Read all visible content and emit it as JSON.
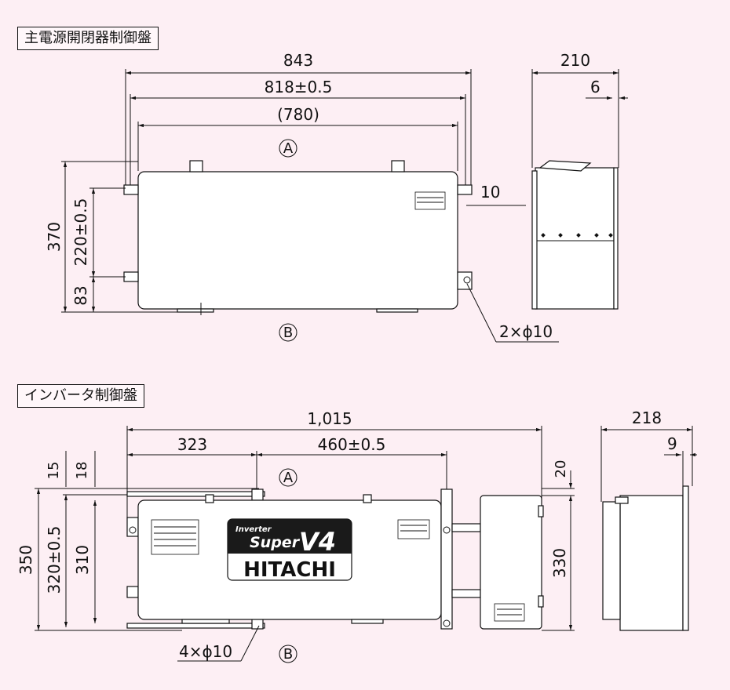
{
  "sections": {
    "main_panel_title": "主電源開閉器制御盤",
    "inverter_panel_title": "インバータ制御盤"
  },
  "top_view": {
    "dim_total_width": "843",
    "dim_mount_pitch": "818±0.5",
    "dim_body_width": "(780)",
    "view_a": "A",
    "view_b": "B",
    "dim_height": "370",
    "dim_mount_height": "220±0.5",
    "dim_bottom": "83",
    "dim_side_gap": "10",
    "hole_note": "2×ϕ10",
    "side_depth": "210",
    "side_flange": "6"
  },
  "bottom_view": {
    "dim_total_width": "1,015",
    "dim_left": "323",
    "dim_pitch": "460±0.5",
    "view_a": "A",
    "view_b": "B",
    "dim_15": "15",
    "dim_18": "18",
    "dim_height": "350",
    "dim_mount_height": "320±0.5",
    "dim_body_height": "310",
    "dim_20": "20",
    "dim_330": "330",
    "hole_note": "4×ϕ10",
    "side_depth": "218",
    "side_flange": "9",
    "logo_inverter": "Inverter",
    "logo_super": "Super",
    "logo_v4": "V4",
    "logo_brand": "HITACHI"
  },
  "colors": {
    "background": "#fdeff4",
    "line": "#111111",
    "panel": "#ffffff"
  }
}
